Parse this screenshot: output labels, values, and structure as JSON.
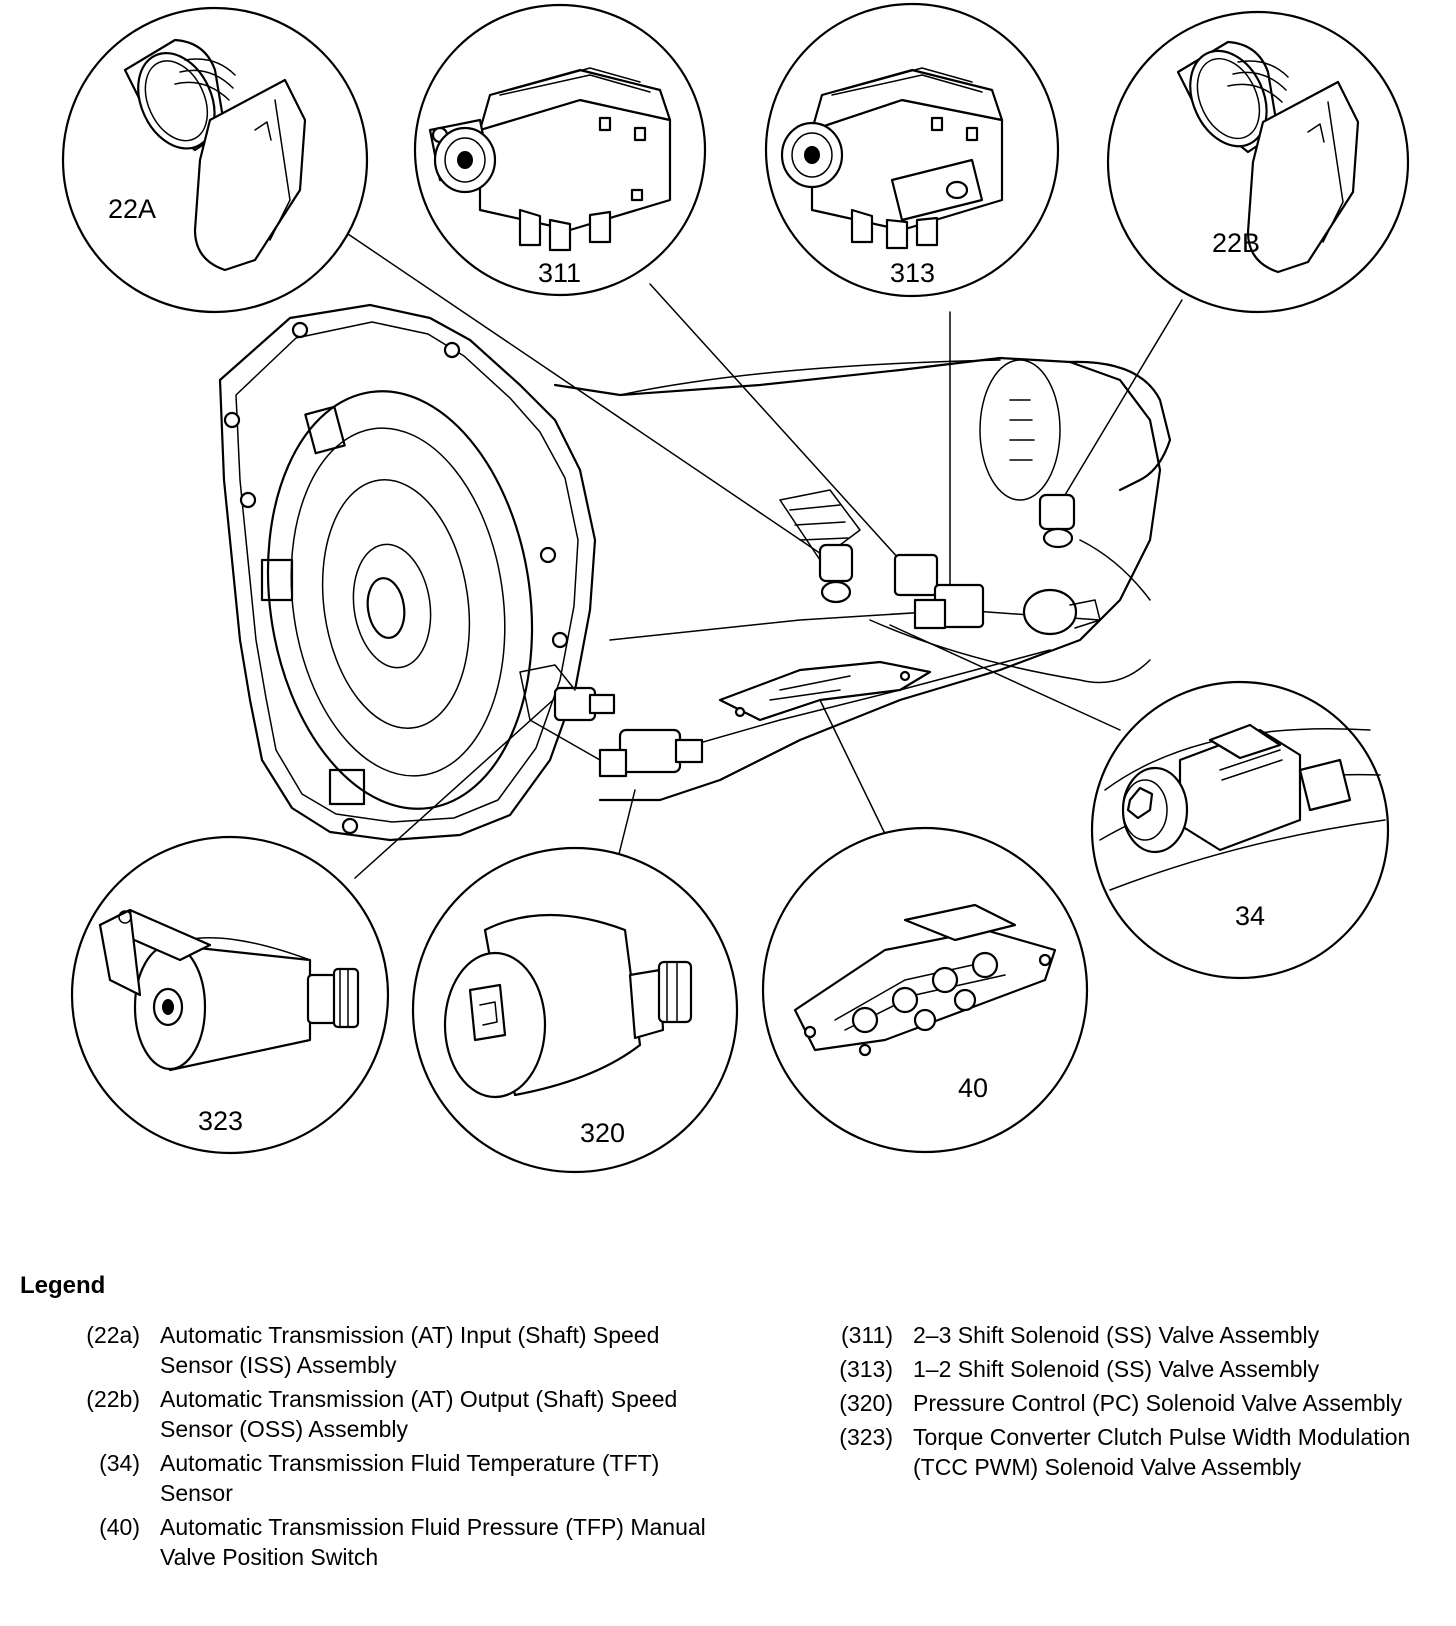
{
  "callouts": {
    "c22A": "22A",
    "c311": "311",
    "c313": "313",
    "c22B": "22B",
    "c34": "34",
    "c323": "323",
    "c320": "320",
    "c40": "40"
  },
  "legend": {
    "title": "Legend",
    "left": [
      {
        "code": "(22a)",
        "desc": "Automatic Transmission (AT) Input (Shaft) Speed Sensor (ISS) Assembly"
      },
      {
        "code": "(22b)",
        "desc": "Automatic Transmission (AT) Output (Shaft) Speed Sensor (OSS) Assembly"
      },
      {
        "code": "(34)",
        "desc": "Automatic Transmission Fluid Temperature (TFT) Sensor"
      },
      {
        "code": "(40)",
        "desc": "Automatic Transmission Fluid Pressure (TFP) Manual Valve Position Switch"
      }
    ],
    "right": [
      {
        "code": "(311)",
        "desc": "2–3 Shift Solenoid (SS) Valve Assembly"
      },
      {
        "code": "(313)",
        "desc": "1–2 Shift Solenoid (SS) Valve Assembly"
      },
      {
        "code": "(320)",
        "desc": "Pressure Control (PC) Solenoid Valve Assembly"
      },
      {
        "code": "(323)",
        "desc": "Torque Converter Clutch Pulse Width Modulation (TCC PWM) Solenoid Valve Assembly"
      }
    ]
  }
}
